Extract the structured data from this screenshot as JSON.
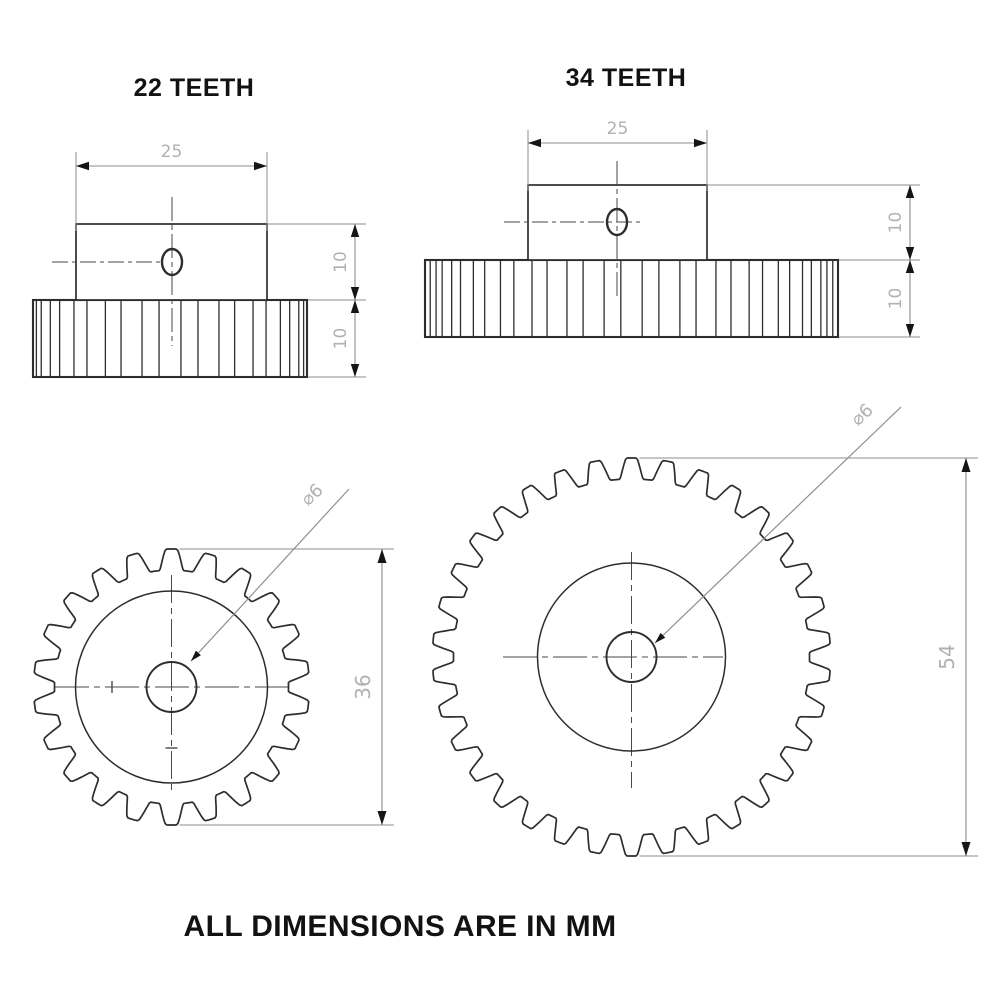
{
  "page": {
    "background": "#ffffff",
    "footer_note": "ALL DIMENSIONS ARE IN MM"
  },
  "colors": {
    "geometry": "#2d2d2d",
    "dimension_line": "#8e8e8e",
    "extension_line": "#8e8e8e",
    "centerline": "#4a4a4a",
    "leader_line": "#8f8f8f",
    "arrow": "#151515",
    "dimension_text": "#aeb2b2",
    "title_text": "#121212"
  },
  "gears": [
    {
      "id": "gear-22",
      "title": "22 TEETH",
      "teeth": 22,
      "dimensions": {
        "hub_width_mm": "25",
        "hub_height_mm": "10",
        "face_width_mm": "10",
        "outer_diameter_mm": "36",
        "bore_label": "⌀6"
      }
    },
    {
      "id": "gear-34",
      "title": "34 TEETH",
      "teeth": 34,
      "dimensions": {
        "hub_width_mm": "25",
        "hub_height_mm": "10",
        "face_width_mm": "10",
        "outer_diameter_mm": "54",
        "bore_label": "⌀6"
      }
    }
  ]
}
